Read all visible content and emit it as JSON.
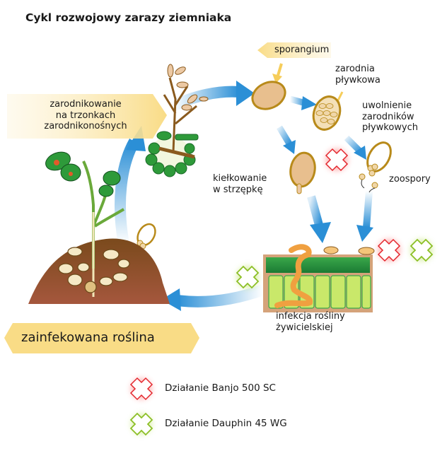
{
  "title": "Cykl rozwojowy zarazy ziemniaka",
  "labels": {
    "sporulation": "zarodnikowanie\nna trzonkach\nzarodnikonośnych",
    "sporangium": "sporangium",
    "zoosporangium": "zarodnia\npływkowa",
    "zoospore_release": "uwolnienie\nzarodników\npływkowych",
    "germination": "kiełkowanie\nw strzępkę",
    "zoospores": "zoospory",
    "host_infection": "infekcja rośliny\nżywicielskiej",
    "infected_plant": "zainfekowana roślina"
  },
  "legend": [
    {
      "marker": "red-cross-icon",
      "color": "#e3262d",
      "label": "Działanie Banjo 500 SC"
    },
    {
      "marker": "green-cross-icon",
      "color": "#8cbf26",
      "label": "Działanie Dauphin 45 WG"
    }
  ],
  "colors": {
    "arrow_blue": "#2b8fd6",
    "label_yellow": "#f9dc86",
    "soil_brown": "#8b4f2a",
    "leaf_green": "#2e9a3a",
    "spore_tan": "#e3b98a"
  }
}
